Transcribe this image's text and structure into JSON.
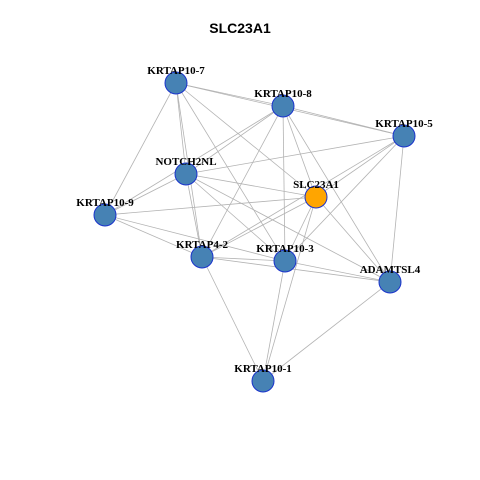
{
  "title": "SLC23A1",
  "colors": {
    "node": "#4682b4",
    "focus_node": "#ffa500",
    "node_border": "#1a33cc",
    "edge": "#b3b3b3"
  },
  "nodes": [
    {
      "id": "KRTAP10-7",
      "label": "KRTAP10-7",
      "focus": false
    },
    {
      "id": "KRTAP10-8",
      "label": "KRTAP10-8",
      "focus": false
    },
    {
      "id": "KRTAP10-5",
      "label": "KRTAP10-5",
      "focus": false
    },
    {
      "id": "NOTCH2NL",
      "label": "NOTCH2NL",
      "focus": false
    },
    {
      "id": "SLC23A1",
      "label": "SLC23A1",
      "focus": true
    },
    {
      "id": "KRTAP10-9",
      "label": "KRTAP10-9",
      "focus": false
    },
    {
      "id": "KRTAP4-2",
      "label": "KRTAP4-2",
      "focus": false
    },
    {
      "id": "KRTAP10-3",
      "label": "KRTAP10-3",
      "focus": false
    },
    {
      "id": "ADAMTSL4",
      "label": "ADAMTSL4",
      "focus": false
    },
    {
      "id": "KRTAP10-1",
      "label": "KRTAP10-1",
      "focus": false
    }
  ],
  "edges": [
    [
      "KRTAP10-7",
      "KRTAP10-8"
    ],
    [
      "KRTAP10-7",
      "NOTCH2NL"
    ],
    [
      "KRTAP10-7",
      "KRTAP10-9"
    ],
    [
      "KRTAP10-7",
      "SLC23A1"
    ],
    [
      "KRTAP10-7",
      "KRTAP4-2"
    ],
    [
      "KRTAP10-7",
      "KRTAP10-3"
    ],
    [
      "KRTAP10-7",
      "KRTAP10-5"
    ],
    [
      "KRTAP10-8",
      "NOTCH2NL"
    ],
    [
      "KRTAP10-8",
      "SLC23A1"
    ],
    [
      "KRTAP10-8",
      "KRTAP10-9"
    ],
    [
      "KRTAP10-8",
      "KRTAP4-2"
    ],
    [
      "KRTAP10-8",
      "KRTAP10-3"
    ],
    [
      "KRTAP10-8",
      "KRTAP10-5"
    ],
    [
      "KRTAP10-8",
      "ADAMTSL4"
    ],
    [
      "KRTAP10-5",
      "NOTCH2NL"
    ],
    [
      "KRTAP10-5",
      "SLC23A1"
    ],
    [
      "KRTAP10-5",
      "KRTAP4-2"
    ],
    [
      "KRTAP10-5",
      "KRTAP10-3"
    ],
    [
      "KRTAP10-5",
      "ADAMTSL4"
    ],
    [
      "NOTCH2NL",
      "KRTAP10-9"
    ],
    [
      "NOTCH2NL",
      "SLC23A1"
    ],
    [
      "NOTCH2NL",
      "KRTAP4-2"
    ],
    [
      "NOTCH2NL",
      "KRTAP10-3"
    ],
    [
      "NOTCH2NL",
      "ADAMTSL4"
    ],
    [
      "SLC23A1",
      "KRTAP10-9"
    ],
    [
      "SLC23A1",
      "KRTAP4-2"
    ],
    [
      "SLC23A1",
      "KRTAP10-3"
    ],
    [
      "SLC23A1",
      "ADAMTSL4"
    ],
    [
      "SLC23A1",
      "KRTAP10-1"
    ],
    [
      "KRTAP10-9",
      "KRTAP4-2"
    ],
    [
      "KRTAP10-9",
      "KRTAP10-3"
    ],
    [
      "KRTAP4-2",
      "KRTAP10-3"
    ],
    [
      "KRTAP4-2",
      "ADAMTSL4"
    ],
    [
      "KRTAP4-2",
      "KRTAP10-1"
    ],
    [
      "KRTAP10-3",
      "ADAMTSL4"
    ],
    [
      "KRTAP10-3",
      "KRTAP10-1"
    ],
    [
      "ADAMTSL4",
      "KRTAP10-1"
    ]
  ]
}
